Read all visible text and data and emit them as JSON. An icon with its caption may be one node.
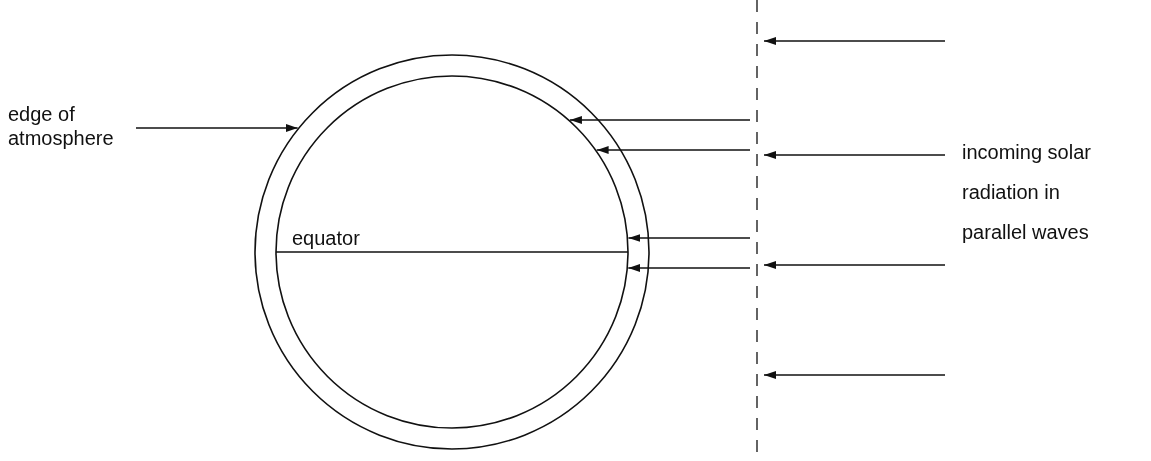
{
  "diagram": {
    "nodes": [
      {
        "text": [
          "edge of atmosphere"
        ]
      },
      {
        "text": [],
        "shape": "circle"
      },
      {
        "text": [],
        "shape": "circle",
        "in": 1
      },
      {
        "text": [],
        "shape": "line"
      }
    ],
    "edges": [
      {
        "from": 0,
        "to": 1,
        "arrow": "to"
      },
      {
        "from": null,
        "to": 3,
        "arrow": "to"
      },
      {
        "from": 3,
        "to": 2,
        "arrow": "to"
      },
      {
        "from": 3,
        "to": 2,
        "arrow": "to"
      },
      {
        "from": null,
        "to": 3,
        "arrow": "to"
      },
      {
        "from": 3,
        "to": 2,
        "arrow": "to"
      },
      {
        "from": null,
        "to": 3,
        "arrow": "to"
      },
      {
        "from": 3,
        "to": 2,
        "arrow": "to"
      },
      {
        "from": null,
        "to": 3,
        "arrow": "to"
      }
    ],
    "labels": [
      "equator",
      "incoming solar radiation in parallel waves"
    ]
  }
}
